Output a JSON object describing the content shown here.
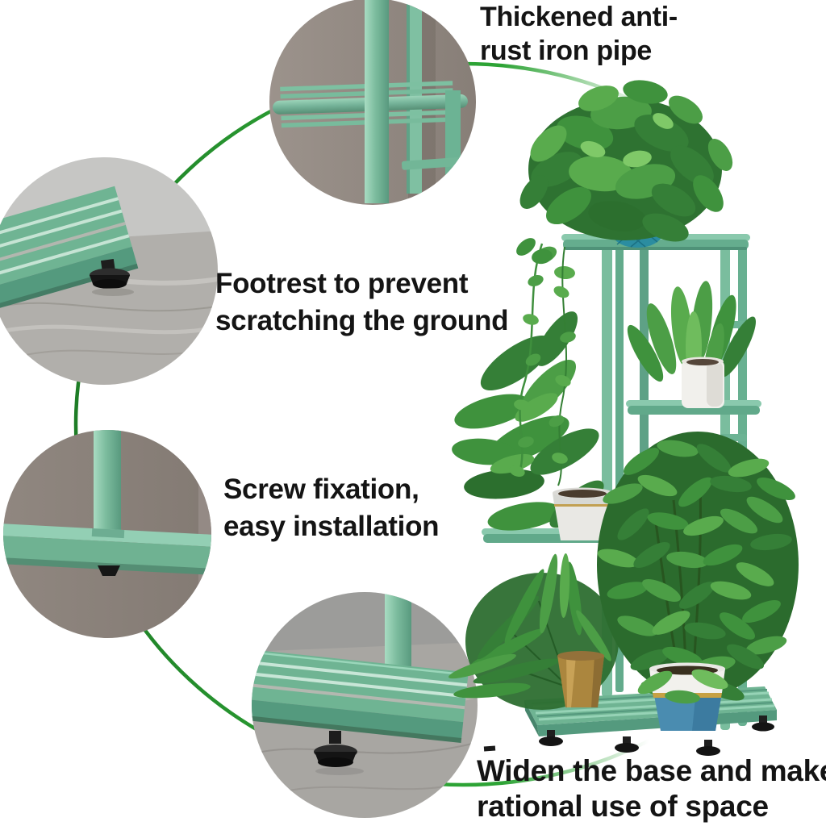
{
  "annotations": {
    "pipe": {
      "line1": "Thickened anti-",
      "line2": "rust iron pipe"
    },
    "footrest": {
      "line1": "Footrest to prevent",
      "line2": "scratching the ground"
    },
    "screw": {
      "line1": "Screw fixation,",
      "line2": "easy installation"
    },
    "base": {
      "line1": "Widen the base and make",
      "line2": "rational use of space"
    }
  },
  "colors": {
    "stand_teal": "#74b998",
    "connector_green": "#2da335",
    "label_text": "#141414",
    "background": "#ffffff"
  }
}
